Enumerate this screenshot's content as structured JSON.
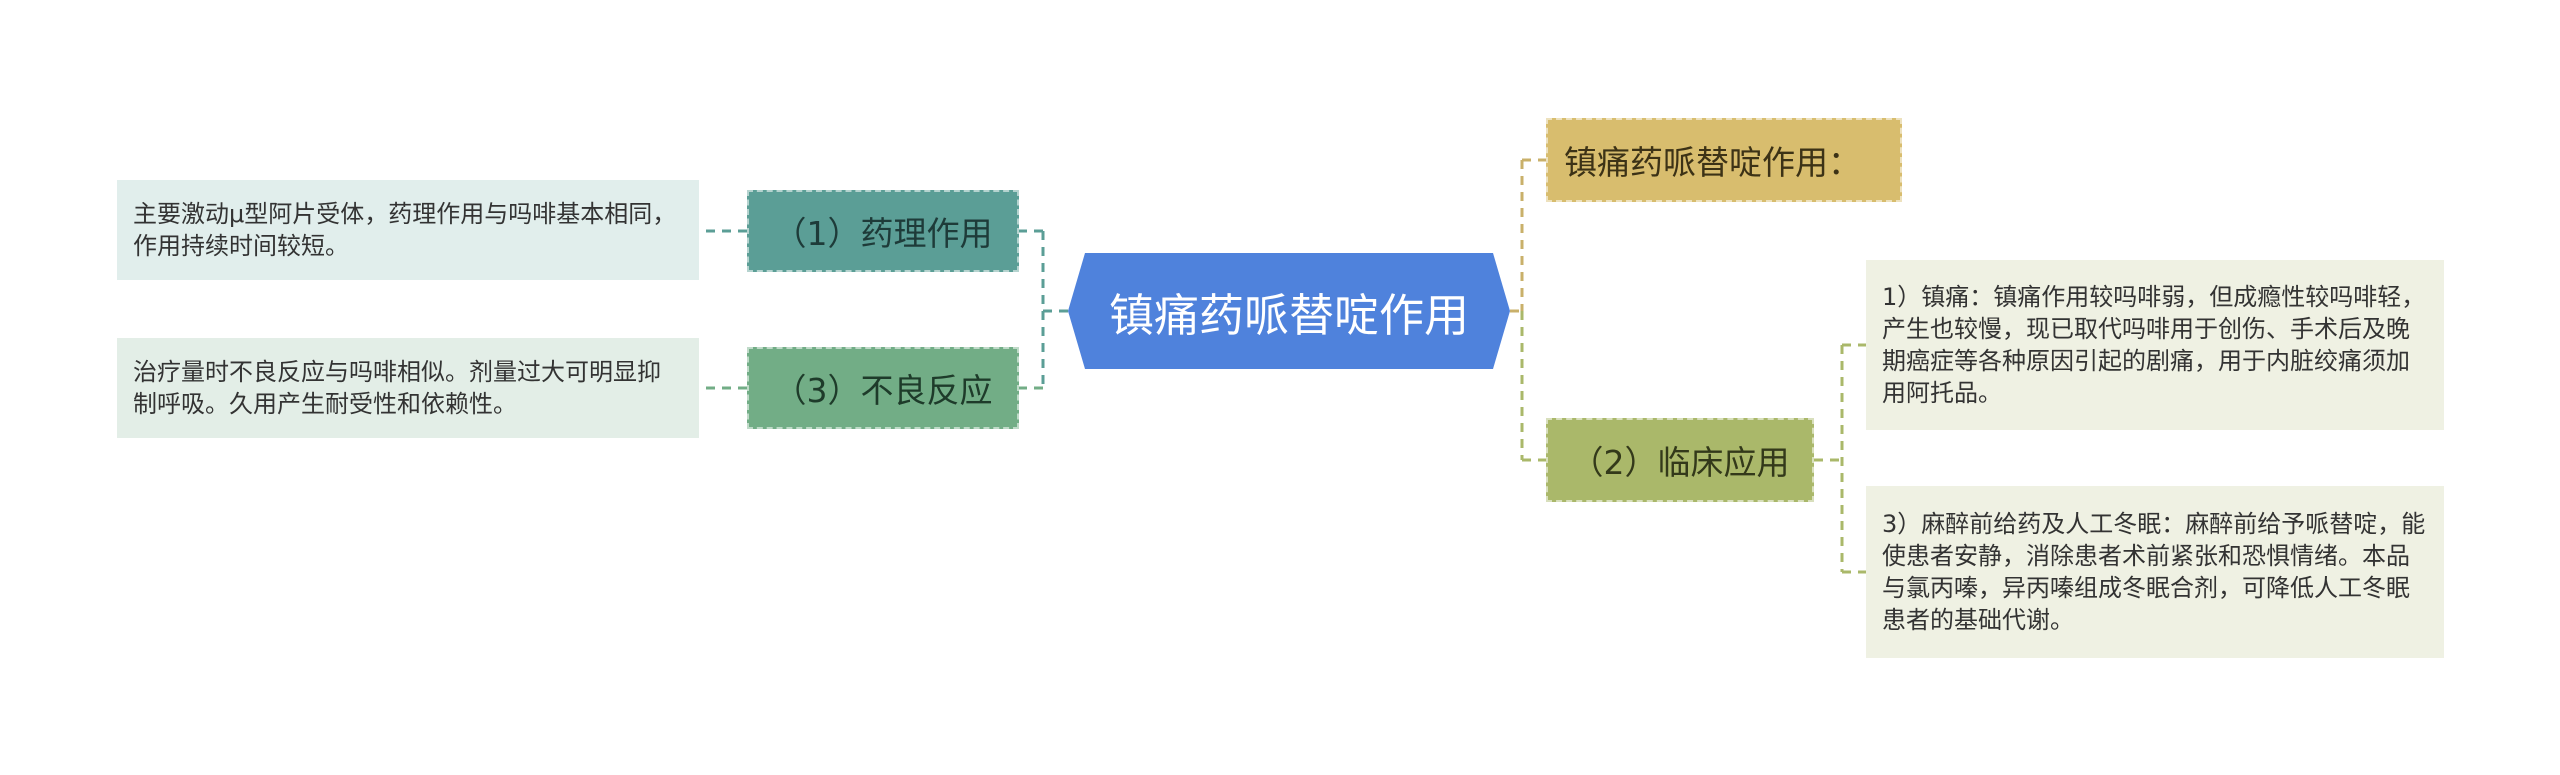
{
  "root": {
    "label": "镇痛药哌替啶作用"
  },
  "branches": {
    "pharmacology": {
      "label": "（1）药理作用"
    },
    "adverse": {
      "label": "（3）不良反应"
    },
    "title": {
      "label": "镇痛药哌替啶作用："
    },
    "clinical": {
      "label": "（2）临床应用"
    }
  },
  "leaves": {
    "pharmacology": {
      "text": "主要激动μ型阿片受体，药理作用与吗啡基本相同，作用持续时间较短。"
    },
    "adverse": {
      "text": "治疗量时不良反应与吗啡相似。剂量过大可明显抑制呼吸。久用产生耐受性和依赖性。"
    },
    "analgesia": {
      "text": "1）镇痛：镇痛作用较吗啡弱，但成瘾性较吗啡轻，产生也较慢，现已取代吗啡用于创伤、手术后及晚期癌症等各种原因引起的剧痛，用于内脏绞痛须加用阿托品。"
    },
    "anesthesia": {
      "text": "3）麻醉前给药及人工冬眠：麻醉前给予哌替啶，能使患者安静，消除患者术前紧张和恐惧情绪。本品与氯丙嗪，异丙嗪组成冬眠合剂，可降低人工冬眠患者的基础代谢。"
    }
  },
  "colors": {
    "root": "#4f82dc",
    "pharmacology": "#5b9e96",
    "adverse": "#72ad86",
    "title": "#d8bd6e",
    "clinical": "#aab86a",
    "leaf_left": "#e1eeec",
    "leaf_right": "#eff1e3"
  }
}
